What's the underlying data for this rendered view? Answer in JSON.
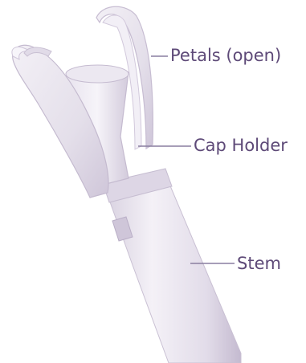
{
  "labels": {
    "petals": "Petals (open)",
    "cap_holder": "Cap Holder",
    "stem": "Stem"
  },
  "colors": {
    "label_text": "#5e4a78",
    "leader_line": "#8a7fa0",
    "device_body": "#e6e1ec",
    "device_shadow": "#bdb3c9",
    "device_highlight": "#f7f5fa"
  }
}
